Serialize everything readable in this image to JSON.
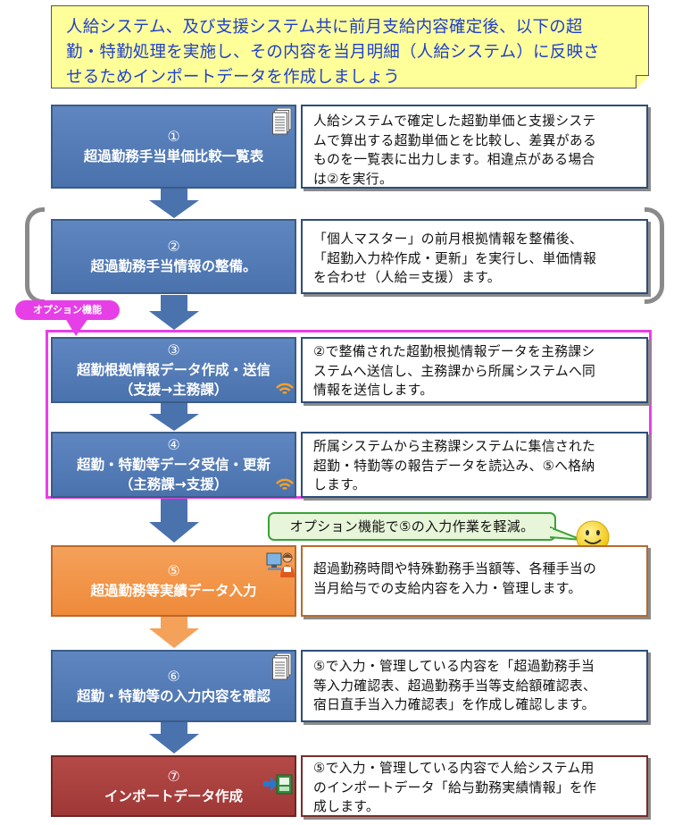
{
  "intro": {
    "lines": [
      "人給システム、及び支援システム共に前月支給内容確定後、以下の超",
      "勤・特勤処理を実施し、その内容を当月明細（人給システム）に反映さ",
      "せるためインポートデータを作成しましょう"
    ]
  },
  "steps": [
    {
      "num": "①",
      "title_lines": [
        "超過勤務手当単価比較一覧表"
      ],
      "desc_lines": [
        "人給システムで確定した超勤単価と支援システ",
        "ムで算出する超勤単価とを比較し、差異がある",
        "ものを一覧表に出力します。相違点がある場合",
        "は②を実行。"
      ]
    },
    {
      "num": "②",
      "title_lines": [
        "超過勤務手当情報の整備。"
      ],
      "desc_lines": [
        "「個人マスター」の前月根拠情報を整備後、",
        "「超勤入力枠作成・更新」を実行し、単価情報",
        "を合わせ（人給＝支援）ます。"
      ]
    },
    {
      "num": "③",
      "title_lines": [
        "超勤根拠情報データ作成・送信",
        "（支援→主務課）"
      ],
      "desc_lines": [
        "②で整備された超勤根拠情報データを主務課シ",
        "ステムへ送信し、主務課から所属システムへ同",
        "情報を送信します。"
      ]
    },
    {
      "num": "④",
      "title_lines": [
        "超勤・特勤等データ受信・更新",
        "（主務課→支援）"
      ],
      "desc_lines": [
        "所属システムから主務課システムに集信された",
        "超勤・特勤等の報告データを読込み、⑤へ格納",
        "します。"
      ]
    },
    {
      "num": "⑤",
      "title_lines": [
        "超過勤務等実績データ入力"
      ],
      "desc_lines": [
        "超過勤務時間や特殊勤務手当額等、各種手当の",
        "当月給与での支給内容を入力・管理します。"
      ]
    },
    {
      "num": "⑥",
      "title_lines": [
        "超勤・特勤等の入力内容を確認"
      ],
      "desc_lines": [
        "⑤で入力・管理している内容を「超過勤務手当",
        "等入力確認表、超過勤務手当等支給額確認表、",
        "宿日直手当入力確認表」を作成し確認します。"
      ]
    },
    {
      "num": "⑦",
      "title_lines": [
        "インポートデータ作成"
      ],
      "desc_lines": [
        "⑤で入力・管理している内容で人給システム用",
        "のインポートデータ「給与勤務実績情報」を作",
        "成します。"
      ]
    }
  ],
  "option_label": "オプション機能",
  "callout": "オプション機能で⑤の入力作業を軽減。",
  "icons": [
    "document-stack-icon",
    "wifi-signal-icon",
    "operator-at-computer-icon",
    "smiley-face-icon",
    "csv-export-icon"
  ],
  "colors": {
    "step_blue": "#4a72ad",
    "step_orange": "#ef8a3a",
    "step_red": "#9e3836",
    "option_frame": "#e73fe7",
    "callout_border": "#3aa236",
    "intro_bg": "#ffff99",
    "intro_text": "#1f3fcc"
  }
}
